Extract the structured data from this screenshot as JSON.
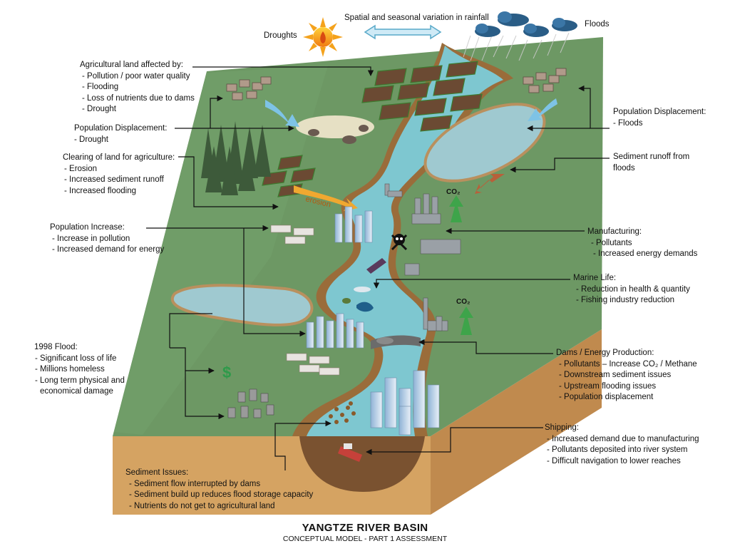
{
  "header": {
    "rainfall": "Spatial and seasonal variation in rainfall",
    "droughts": "Droughts",
    "floods": "Floods"
  },
  "callouts": {
    "agri": {
      "heading": "Agricultural land affected by:",
      "items": [
        "- Pollution / poor water quality",
        "- Flooding",
        "- Loss of nutrients due to dams",
        "- Drought"
      ]
    },
    "popdisp_drought": {
      "heading": "Population Displacement:",
      "items": [
        "- Drought"
      ]
    },
    "clearing": {
      "heading": "Clearing of land for agriculture:",
      "items": [
        "- Erosion",
        "- Increased sediment runoff",
        "- Increased flooding"
      ]
    },
    "popinc": {
      "heading": "Population Increase:",
      "items": [
        "- Increase in pollution",
        "- Increased demand for energy"
      ]
    },
    "flood1998": {
      "heading": "1998 Flood:",
      "items": [
        "- Significant loss of life",
        "- Millions homeless",
        "- Long term physical and",
        "economical damage"
      ]
    },
    "sediment": {
      "heading": "Sediment Issues:",
      "items": [
        "- Sediment  flow interrupted by dams",
        "- Sediment build up reduces flood storage capacity",
        "- Nutrients do not get to agricultural land"
      ]
    },
    "popdisp_floods": {
      "heading": "Population Displacement:",
      "items": [
        "- Floods"
      ]
    },
    "sedrunoff": {
      "heading": "Sediment runoff from",
      "items": [
        "floods"
      ]
    },
    "manufacturing": {
      "heading": "Manufacturing:",
      "items": [
        "- Pollutants",
        "- Increased energy demands"
      ]
    },
    "marine": {
      "heading": "Marine Life:",
      "items": [
        "- Reduction in health & quantity",
        "- Fishing industry  reduction"
      ]
    },
    "dams": {
      "heading": "Dams / Energy Production:",
      "items": [
        "- Pollutants –  Increase CO₂ / Methane",
        "- Downstream sediment issues",
        "- Upstream flooding issues",
        "- Population displacement"
      ]
    },
    "shipping": {
      "heading": "Shipping:",
      "items": [
        "- Increased demand due to manufacturing",
        "- Pollutants deposited into river system",
        "- Difficult navigation to lower reaches"
      ]
    }
  },
  "map_labels": {
    "erosion": "erosion",
    "co2_a": "CO₂",
    "co2_b": "CO₂",
    "dollar": "$"
  },
  "footer": {
    "title": "YANGTZE RIVER BASIN",
    "subtitle": "CONCEPTUAL MODEL - PART 1 ASSESSMENT"
  },
  "colors": {
    "land_top": "#6f9a66",
    "land_side": "#d4a464",
    "river": "#7cc6cf",
    "riverbank": "#9a7040",
    "lake": "#9cc8cf"
  },
  "icons": [
    "sun-icon",
    "storm-cloud-icon",
    "double-arrow-icon",
    "skull-crossbones-icon",
    "dollar-icon",
    "gravestone-icon",
    "factory-icon",
    "ship-icon",
    "fish-icon",
    "tree-icon",
    "house-icon",
    "city-building-icon"
  ]
}
